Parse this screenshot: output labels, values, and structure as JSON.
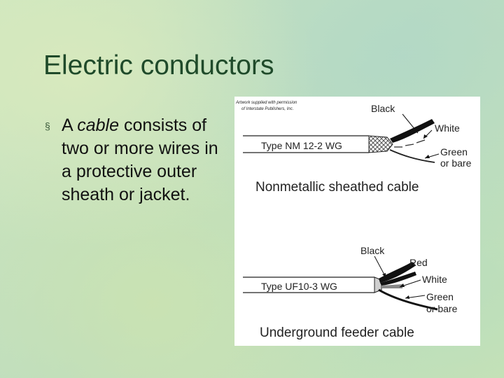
{
  "slide": {
    "title": "Electric conductors",
    "bullet": {
      "marker": "§",
      "prefix": "A ",
      "emphasis": "cable",
      "rest": " consists of two or more wires in a protective outer sheath or jacket."
    }
  },
  "figure": {
    "credit_line1": "Artwork supplied with permission",
    "credit_line2": "of Interstate Publishers, Inc.",
    "top_cable": {
      "type_label": "Type NM 12-2 WG",
      "wire_labels": [
        "Black",
        "White",
        "Green",
        "or bare"
      ],
      "caption": "Nonmetallic sheathed cable"
    },
    "bottom_cable": {
      "type_label": "Type UF10-3 WG",
      "wire_labels": [
        "Black",
        "Red",
        "White",
        "Green",
        "or bare"
      ],
      "caption": "Underground feeder cable"
    }
  },
  "colors": {
    "background": "#c4e0b8",
    "title": "#1f4a2a",
    "text": "#111111",
    "figure_bg": "#ffffff"
  }
}
